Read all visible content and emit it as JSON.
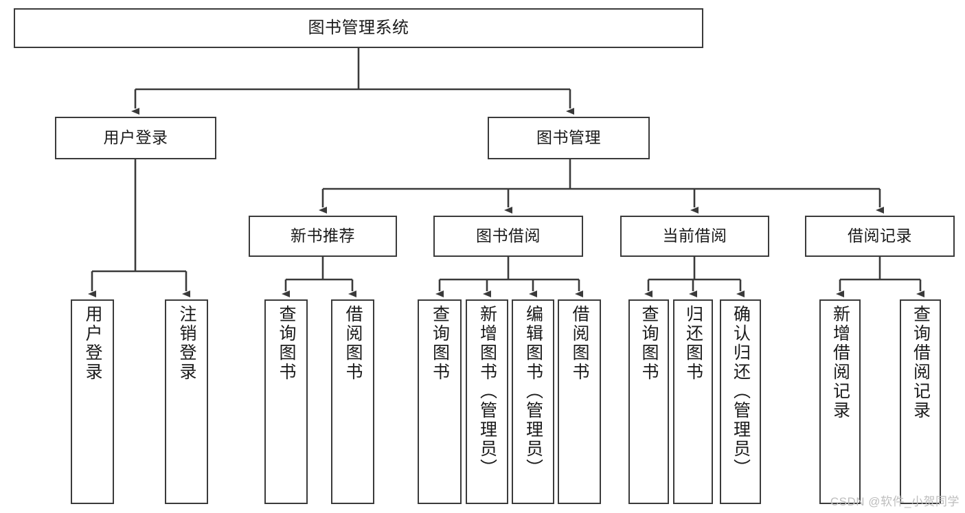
{
  "diagram": {
    "title": "图书管理系统",
    "stroke_color": "#3a3a3a",
    "text_color": "#1a1a1a",
    "background": "#ffffff"
  },
  "nodes": {
    "root": {
      "label": "图书管理系统"
    },
    "level2": [
      {
        "label": "用户登录"
      },
      {
        "label": "图书管理"
      }
    ],
    "level3": [
      {
        "label": "新书推荐"
      },
      {
        "label": "图书借阅"
      },
      {
        "label": "当前借阅"
      },
      {
        "label": "借阅记录"
      }
    ],
    "leaves": {
      "user_login": [
        {
          "label": "用户登录"
        },
        {
          "label": "注销登录"
        }
      ],
      "new_book": [
        {
          "label": "查询图书"
        },
        {
          "label": "借阅图书"
        }
      ],
      "book_borrow": [
        {
          "label": "查询图书"
        },
        {
          "label": "新增图书（管理员）"
        },
        {
          "label": "编辑图书（管理员）"
        },
        {
          "label": "借阅图书"
        }
      ],
      "current_borrow": [
        {
          "label": "查询图书"
        },
        {
          "label": "归还图书"
        },
        {
          "label": "确认归还（管理员）"
        }
      ],
      "borrow_record": [
        {
          "label": "新增借阅记录"
        },
        {
          "label": "查询借阅记录"
        }
      ]
    }
  },
  "watermark": {
    "text": "CSDN @软件_小贺同学"
  }
}
